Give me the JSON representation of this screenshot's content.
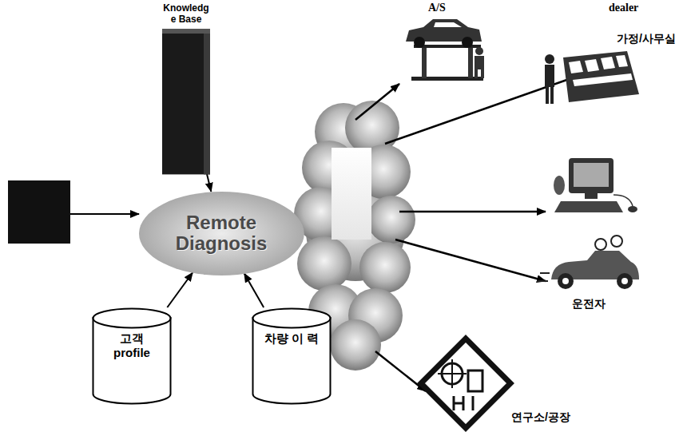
{
  "diagram": {
    "nodes": [
      {
        "text": [
          "Knowledg e Base"
        ]
      },
      {
        "text": [
          "Remote Diagnosis"
        ]
      },
      {
        "text": [
          "고객 profile"
        ]
      },
      {
        "text": [
          "차량 이 력"
        ]
      }
    ],
    "edges": [
      {
        "from": 0,
        "to": 1,
        "arrow": "to"
      },
      {
        "from": 2,
        "to": 1,
        "arrow": "to"
      },
      {
        "from": 3,
        "to": 1,
        "arrow": "to"
      }
    ],
    "labels": [
      "A/S",
      "dealer",
      "가정/사무실",
      "운전자",
      "연구소/공장"
    ]
  }
}
